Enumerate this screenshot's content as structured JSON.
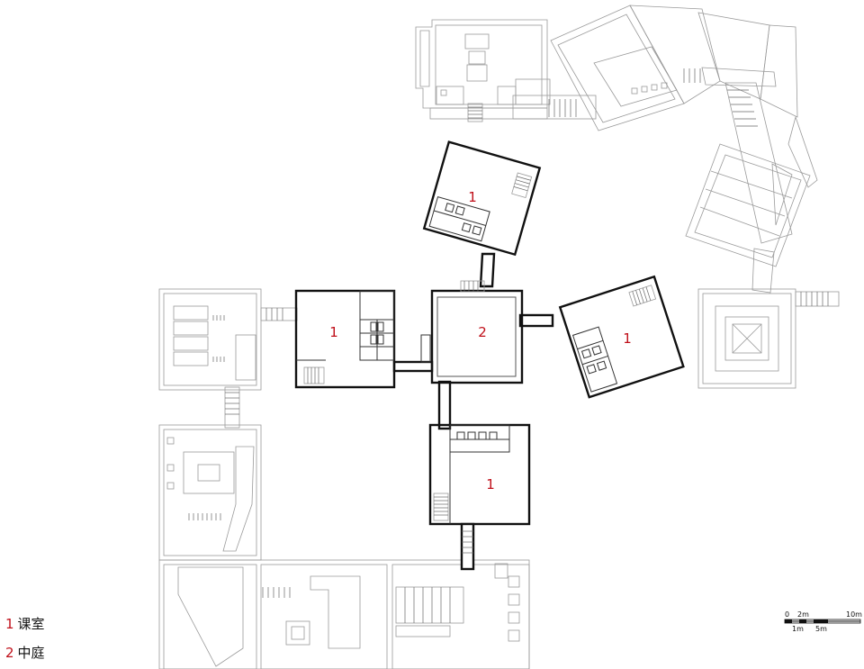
{
  "rooms": {
    "classroom_number": "1",
    "courtyard_number": "2"
  },
  "legend": {
    "items": [
      {
        "num": "1",
        "label": "课室"
      },
      {
        "num": "2",
        "label": "中庭"
      }
    ]
  },
  "scale_bar": {
    "top_labels": [
      "0",
      "2m",
      "10m"
    ],
    "bottom_labels": [
      "1m",
      "5m"
    ]
  },
  "colors": {
    "label_red": "#c0101a",
    "wall": "#111111",
    "context_line": "#9a9a9a"
  }
}
